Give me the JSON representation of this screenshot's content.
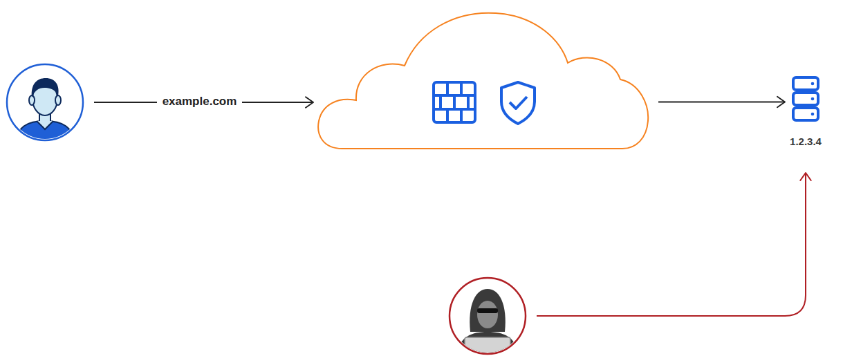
{
  "diagram": {
    "nodes": [
      {
        "text": []
      },
      {
        "text": []
      },
      {
        "text": [
          "1.2.3.4"
        ]
      },
      {
        "text": []
      }
    ],
    "edges": [
      {
        "from": 0,
        "to": 1,
        "label": "example.com",
        "arrow": "to"
      },
      {
        "from": 1,
        "to": 2,
        "arrow": "to"
      },
      {
        "from": 3,
        "to": 2,
        "arrow": "to"
      }
    ]
  }
}
